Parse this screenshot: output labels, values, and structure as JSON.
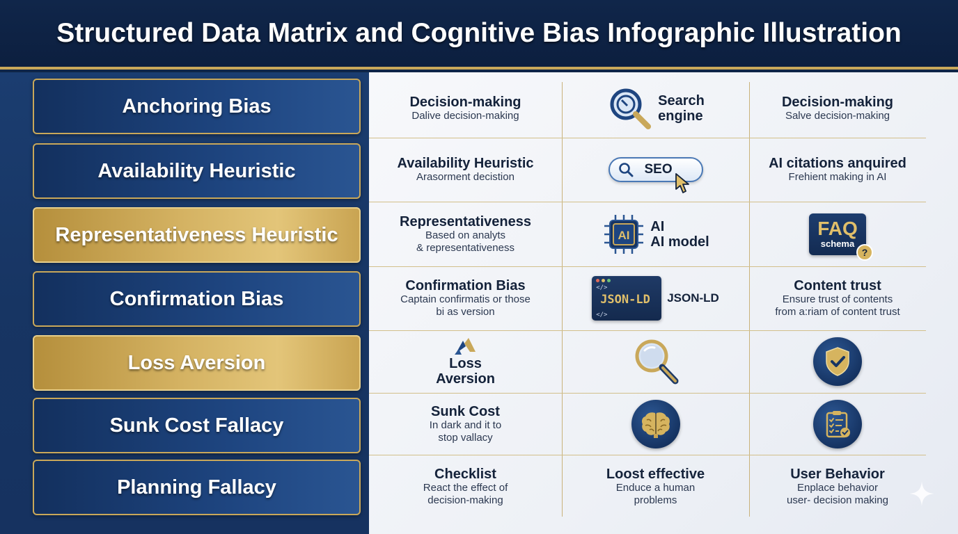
{
  "title": "Structured Data Matrix and Cognitive Bias Infographic Illustration",
  "biases": [
    {
      "label": "Anchoring Bias",
      "style": "blue"
    },
    {
      "label": "Availability Heuristic",
      "style": "blue"
    },
    {
      "label": "Representativeness Heuristic",
      "style": "gold"
    },
    {
      "label": "Confirmation Bias",
      "style": "blue"
    },
    {
      "label": "Loss Aversion",
      "style": "gold"
    },
    {
      "label": "Sunk Cost Fallacy",
      "style": "blue"
    },
    {
      "label": "Planning Fallacy",
      "style": "blue"
    }
  ],
  "grid": {
    "r0": {
      "c0": {
        "title": "Decision-making",
        "sub": "Dalive decision-making"
      },
      "c1": {
        "icon": "magnifier-icon",
        "label_line1": "Search",
        "label_line2": "engine"
      },
      "c2": {
        "title": "Decision-making",
        "sub": "Salve decision-making"
      }
    },
    "r1": {
      "c0": {
        "title": "Availability Heuristic",
        "sub": "Arasorment decistion"
      },
      "c1": {
        "icon": "search-pill-icon",
        "label": "SEO"
      },
      "c2": {
        "title": "AI citations anquired",
        "sub": "Frehient making in AI"
      }
    },
    "r2": {
      "c0": {
        "title": "Representativeness",
        "sub_line1": "Based on analyts",
        "sub_line2": "& representativeness"
      },
      "c1": {
        "icon": "ai-chip-icon",
        "chip_text": "AI",
        "label_line1": "AI",
        "label_line2": "AI model"
      },
      "c2": {
        "icon": "faq-schema-icon",
        "big": "FAQ",
        "small": "schema",
        "badge": "?"
      }
    },
    "r3": {
      "c0": {
        "title": "Confirmation Bias",
        "sub_line1": "Captain confirmatis or those",
        "sub_line2": "bi as version"
      },
      "c1": {
        "icon": "code-window-icon",
        "code_tag_open": "</>",
        "code_text": "JSON-LD",
        "code_tag_close": "</>",
        "label": "JSON-LD"
      },
      "c2": {
        "title": "Content trust",
        "sub_line1": "Ensure trust of contents",
        "sub_line2": "from a:riam of content trust"
      }
    },
    "r4": {
      "c0": {
        "icon": "loss-arrows-icon",
        "title_line1": "Loss",
        "title_line2": "Aversion"
      },
      "c1": {
        "icon": "magnifier-icon"
      },
      "c2": {
        "icon": "shield-check-icon"
      }
    },
    "r5": {
      "c0": {
        "title": "Sunk Cost",
        "sub_line1": "In dark and it to",
        "sub_line2": "stop vallacy"
      },
      "c1": {
        "icon": "brain-icon"
      },
      "c2": {
        "icon": "clipboard-checklist-icon"
      }
    },
    "r6": {
      "c0": {
        "title": "Checklist",
        "sub_line1": "React the effect of",
        "sub_line2": "decision-making"
      },
      "c1": {
        "title": "Loost effective",
        "sub_line1": "Enduce a human",
        "sub_line2": "problems"
      },
      "c2": {
        "title": "User Behavior",
        "sub_line1": "Enplace behavior",
        "sub_line2": "user- decision making"
      }
    }
  },
  "colors": {
    "navy": "#0f2547",
    "gold": "#c9a85a",
    "panel_blue": "#1b3d70",
    "grid_bg": "#f2f4f8"
  }
}
